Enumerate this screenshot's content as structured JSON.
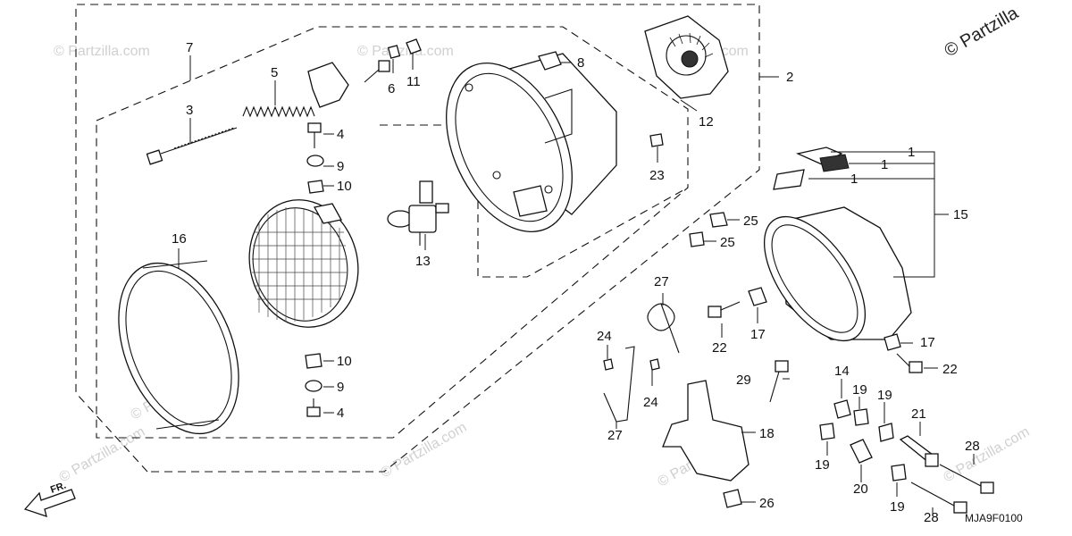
{
  "copyright": "© Partzilla",
  "watermark": "© Partzilla.com",
  "diagram_code": "MJA9F0100",
  "direction_label": "FR.",
  "callouts": {
    "c1a": "1",
    "c1b": "1",
    "c1c": "1",
    "c2": "2",
    "c3": "3",
    "c4a": "4",
    "c4b": "4",
    "c5": "5",
    "c6": "6",
    "c7": "7",
    "c8": "8",
    "c9a": "9",
    "c9b": "9",
    "c10a": "10",
    "c10b": "10",
    "c11": "11",
    "c12": "12",
    "c13": "13",
    "c14": "14",
    "c15": "15",
    "c16": "16",
    "c17a": "17",
    "c17b": "17",
    "c18": "18",
    "c19a": "19",
    "c19b": "19",
    "c19c": "19",
    "c19d": "19",
    "c20": "20",
    "c21": "21",
    "c22a": "22",
    "c22b": "22",
    "c23": "23",
    "c24a": "24",
    "c24b": "24",
    "c25a": "25",
    "c25b": "25",
    "c26": "26",
    "c27a": "27",
    "c27b": "27",
    "c28a": "28",
    "c28b": "28",
    "c29": "29"
  }
}
